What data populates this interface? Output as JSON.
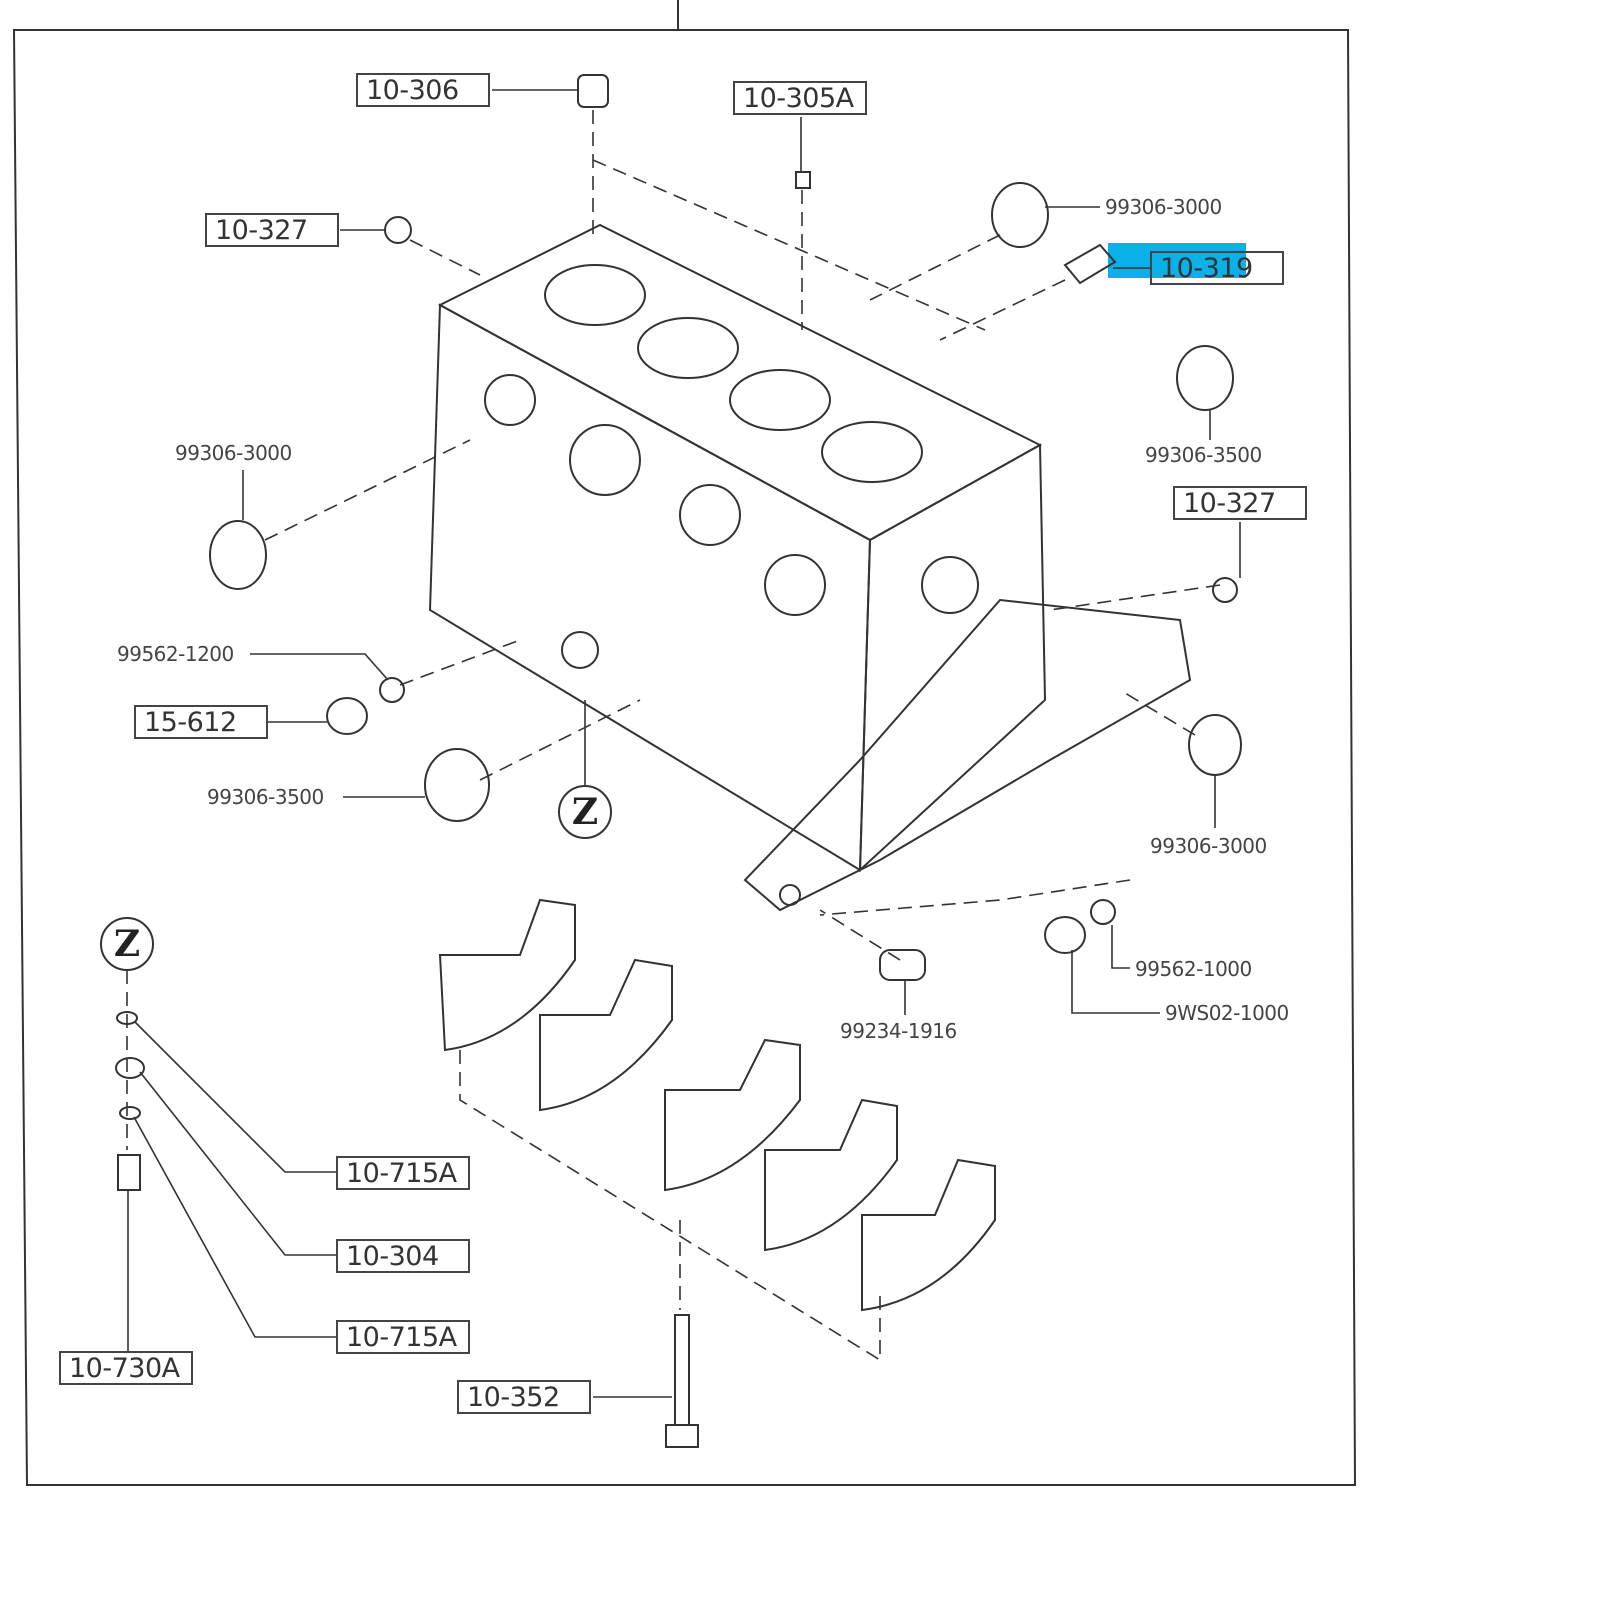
{
  "diagram": {
    "highlight_color": "#0ab0e8",
    "highlighted_part": "10-319",
    "boxed_labels": [
      "10-306",
      "10-305A",
      "10-327",
      "10-319",
      "10-327",
      "15-612",
      "10-715A",
      "10-304",
      "10-715A",
      "10-730A",
      "10-352"
    ],
    "plain_labels": [
      "99306-3000",
      "99306-3500",
      "99306-3000",
      "99562-1200",
      "99306-3500",
      "99306-3000",
      "99562-1000",
      "9WS02-1000",
      "99234-1916"
    ],
    "reference_marks": [
      "Z",
      "Z"
    ]
  }
}
